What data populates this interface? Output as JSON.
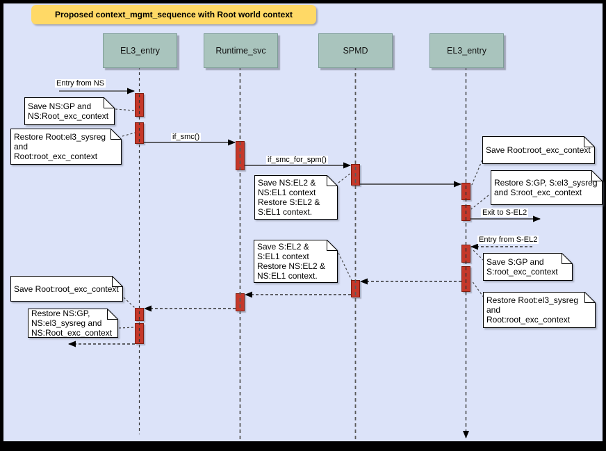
{
  "title": "Proposed context_mgmt_sequence with Root world context",
  "actors": [
    {
      "label": "EL3_entry"
    },
    {
      "label": "Runtime_svc"
    },
    {
      "label": "SPMD"
    },
    {
      "label": "EL3_entry"
    }
  ],
  "messages": {
    "entry_from_ns": "Entry from NS",
    "if_smc": "if_smc()",
    "if_smc_for_spm": "if_smc_for_spm()",
    "exit_to_sel2": "Exit to S-EL2",
    "entry_from_sel2": "Entry from S-EL2"
  },
  "notes": [
    {
      "text": "Save NS:GP and\nNS:Root_exc_context"
    },
    {
      "text": "Restore Root:el3_sysreg\nand\nRoot:root_exc_context"
    },
    {
      "text": "Save NS:EL2 &\nNS:EL1 context\nRestore S:EL2 &\nS:EL1 context."
    },
    {
      "text": "Save Root:root_exc_context"
    },
    {
      "text": "Restore S:GP, S:el3_sysreg\nand S:root_exc_context"
    },
    {
      "text": "Save S:GP and\nS:root_exc_context"
    },
    {
      "text": "Restore Root:el3_sysreg\nand\nRoot:root_exc_context"
    },
    {
      "text": "Save S:EL2 &\nS:EL1 context\nRestore NS:EL2 &\nNS:EL1 context."
    },
    {
      "text": "Save Root:root_exc_context"
    },
    {
      "text": "Restore NS:GP,\nNS:el3_sysreg and\nNS:Root_exc_context"
    }
  ],
  "colors": {
    "background": "#dce3f9",
    "frame": "#000000",
    "title_fill": "#ffd966",
    "actor_fill": "#a9c4bd",
    "activation_fill": "#c5382a",
    "activation_border": "#7f1d10",
    "note_fill": "#ffffff"
  }
}
